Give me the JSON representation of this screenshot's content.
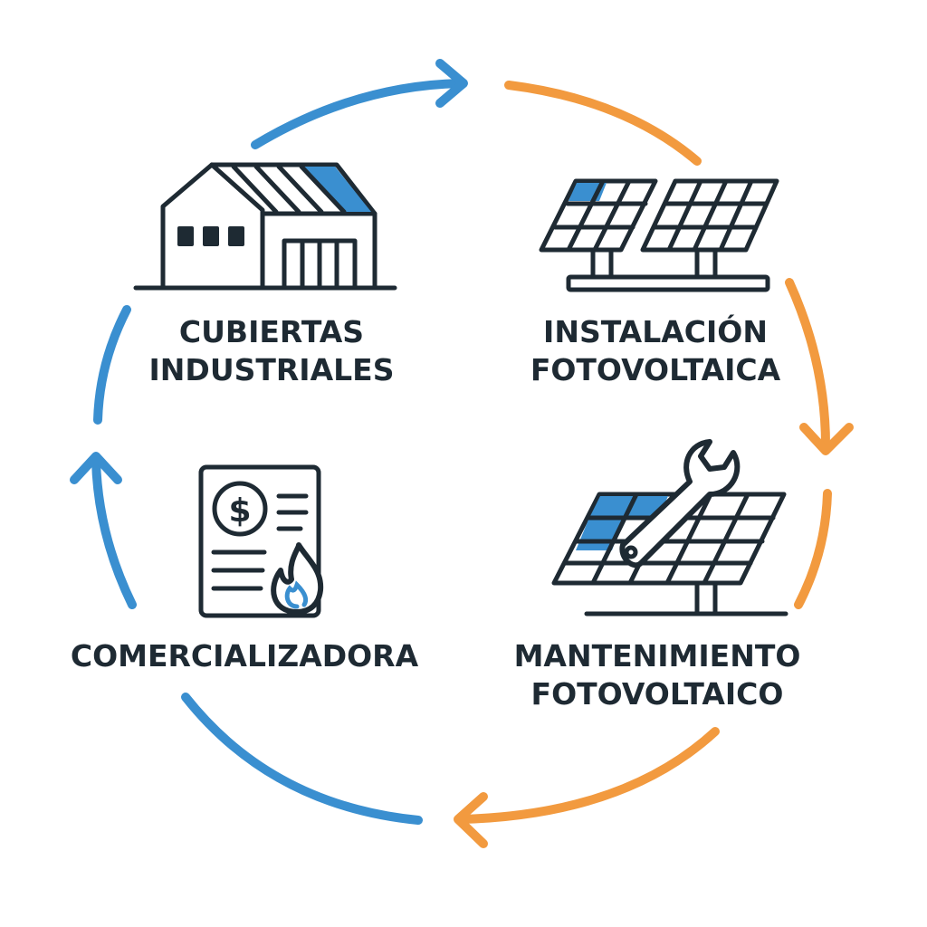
{
  "colors": {
    "blue": "#3a8fd0",
    "orange": "#f29a3f",
    "ink": "#1e2a33",
    "panel_blue": "#3a8fd0",
    "background": "#ffffff"
  },
  "nodes": {
    "roofs": {
      "line1": "CUBIERTAS",
      "line2": "INDUSTRIALES",
      "icon": "industrial-building-icon"
    },
    "install": {
      "line1": "INSTALACIÓN",
      "line2": "FOTOVOLTAICA",
      "icon": "solar-panels-icon"
    },
    "maintenance": {
      "line1": "MANTENIMIENTO",
      "line2": "FOTOVOLTAICO",
      "icon": "solar-panel-wrench-icon"
    },
    "retailer": {
      "line1": "COMERCIALIZADORA",
      "icon": "invoice-gas-icon"
    }
  }
}
